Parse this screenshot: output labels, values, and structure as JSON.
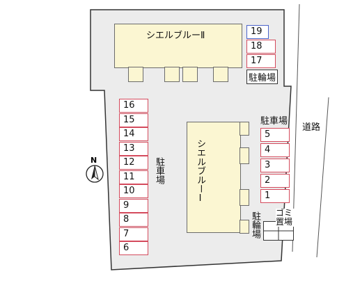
{
  "colors": {
    "site_fill": "#ececec",
    "building_fill": "#fbf6d2",
    "parking_border": "#d44a5c",
    "bike_border": "#4a63c9",
    "outline": "#333333"
  },
  "building_north": {
    "name": "シエルブルーⅡ"
  },
  "building_south": {
    "name": "シエルブルーⅠ"
  },
  "north_spaces": [
    {
      "number": "19",
      "type": "bike"
    },
    {
      "number": "18",
      "type": "parking"
    },
    {
      "number": "17",
      "type": "parking"
    }
  ],
  "north_bike_label": "駐輪場",
  "west_spaces": [
    "16",
    "15",
    "14",
    "13",
    "12",
    "11",
    "10",
    "9",
    "8",
    "7",
    "6"
  ],
  "west_lot_label": "駐車場",
  "east_spaces": [
    "5",
    "4",
    "3",
    "2",
    "1"
  ],
  "east_lot_label": "駐車場",
  "road_label": "道路",
  "bike_label_south": "駐輪場",
  "garbage_label": "ゴミ置場",
  "compass": {
    "letter": "N",
    "icon": "north-arrow-icon"
  }
}
